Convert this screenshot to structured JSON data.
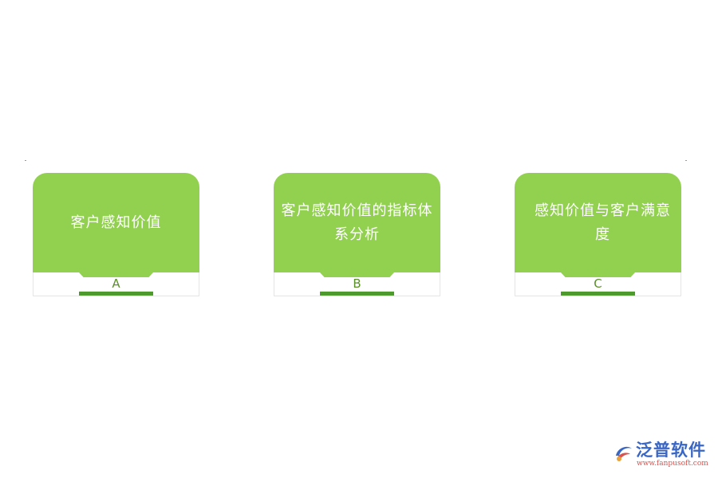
{
  "colors": {
    "card_green": "#92d050",
    "dark_green": "#4e9a2e",
    "letter_green": "#5a8f2a",
    "logo_blue": "#3a66c4",
    "logo_red": "#d9534f"
  },
  "cards": [
    {
      "text": "客户感知价值",
      "letter": "A"
    },
    {
      "text": "客户感知价值的指标体系分析",
      "letter": "B"
    },
    {
      "text": "感知价值与客户满意度",
      "letter": "C"
    }
  ],
  "logo": {
    "name": "泛普软件",
    "url": "www.fanpusoft.com",
    "icon": "fanpu-logo-icon"
  }
}
